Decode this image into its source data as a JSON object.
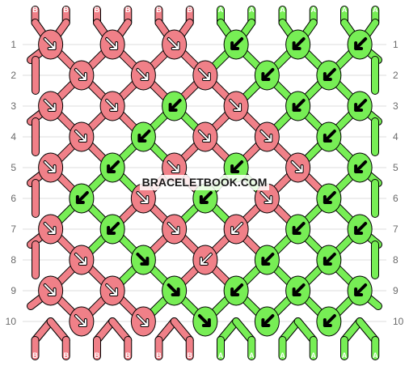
{
  "watermark": "BRACELETBOOK.COM",
  "row_labels": [
    "1",
    "2",
    "3",
    "4",
    "5",
    "6",
    "7",
    "8",
    "9",
    "10"
  ],
  "colors": {
    "A": "#77ee55",
    "B": "#f08088",
    "stroke": "#000000",
    "grid_line": "#dddddd",
    "label_text": "#6a6a6a"
  },
  "top_threads": [
    "B",
    "B",
    "B",
    "B",
    "B",
    "B",
    "A",
    "A",
    "A",
    "A",
    "A",
    "A"
  ],
  "bottom_threads": [
    "B",
    "B",
    "B",
    "B",
    "B",
    "B",
    "A",
    "A",
    "A",
    "A",
    "A",
    "A"
  ],
  "knot_rows": [
    [
      {
        "c": "B",
        "d": "R"
      },
      {
        "c": "B",
        "d": "R"
      },
      {
        "c": "B",
        "d": "R"
      },
      {
        "c": "A",
        "d": "L"
      },
      {
        "c": "A",
        "d": "L"
      },
      {
        "c": "A",
        "d": "L"
      }
    ],
    [
      {
        "c": "B",
        "d": "R"
      },
      {
        "c": "B",
        "d": "R"
      },
      {
        "c": "B",
        "d": "R"
      },
      {
        "c": "A",
        "d": "L"
      },
      {
        "c": "A",
        "d": "L"
      }
    ],
    [
      {
        "c": "B",
        "d": "R"
      },
      {
        "c": "B",
        "d": "R"
      },
      {
        "c": "A",
        "d": "L"
      },
      {
        "c": "B",
        "d": "R"
      },
      {
        "c": "A",
        "d": "L"
      },
      {
        "c": "A",
        "d": "L"
      }
    ],
    [
      {
        "c": "B",
        "d": "R"
      },
      {
        "c": "A",
        "d": "L"
      },
      {
        "c": "B",
        "d": "R"
      },
      {
        "c": "B",
        "d": "R"
      },
      {
        "c": "A",
        "d": "L"
      }
    ],
    [
      {
        "c": "B",
        "d": "R"
      },
      {
        "c": "A",
        "d": "L"
      },
      {
        "c": "B",
        "d": "R"
      },
      {
        "c": "A",
        "d": "L"
      },
      {
        "c": "B",
        "d": "Rr"
      },
      {
        "c": "A",
        "d": "L"
      }
    ],
    [
      {
        "c": "A",
        "d": "Lr"
      },
      {
        "c": "B",
        "d": "R"
      },
      {
        "c": "A",
        "d": "L"
      },
      {
        "c": "B",
        "d": "R"
      },
      {
        "c": "A",
        "d": "L"
      }
    ],
    [
      {
        "c": "B",
        "d": "R"
      },
      {
        "c": "A",
        "d": "L"
      },
      {
        "c": "B",
        "d": "R"
      },
      {
        "c": "B",
        "d": "L"
      },
      {
        "c": "A",
        "d": "L"
      },
      {
        "c": "A",
        "d": "L"
      }
    ],
    [
      {
        "c": "B",
        "d": "R"
      },
      {
        "c": "A",
        "d": "R"
      },
      {
        "c": "B",
        "d": "L"
      },
      {
        "c": "A",
        "d": "L"
      },
      {
        "c": "A",
        "d": "L"
      }
    ],
    [
      {
        "c": "B",
        "d": "R"
      },
      {
        "c": "B",
        "d": "R"
      },
      {
        "c": "A",
        "d": "R"
      },
      {
        "c": "A",
        "d": "Lr"
      },
      {
        "c": "A",
        "d": "L"
      },
      {
        "c": "A",
        "d": "L"
      }
    ],
    [
      {
        "c": "B",
        "d": "R"
      },
      {
        "c": "B",
        "d": "R"
      },
      {
        "c": "A",
        "d": "R"
      },
      {
        "c": "A",
        "d": "L"
      },
      {
        "c": "A",
        "d": "L"
      }
    ]
  ]
}
